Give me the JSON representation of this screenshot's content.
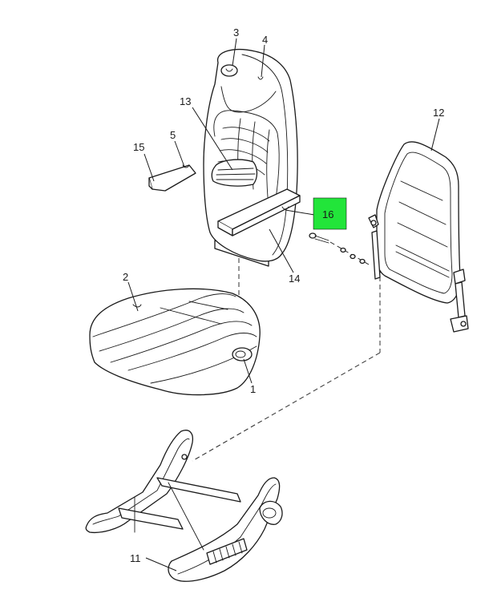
{
  "colors": {
    "highlight": "#22e53a",
    "line": "#1a1a1a",
    "background": "#ffffff"
  },
  "callouts": {
    "c1": "1",
    "c2": "2",
    "c3": "3",
    "c4": "4",
    "c5": "5",
    "c11": "11",
    "c12": "12",
    "c13": "13",
    "c14": "14",
    "c15": "15",
    "c16": "16"
  },
  "highlighted_part": "16"
}
